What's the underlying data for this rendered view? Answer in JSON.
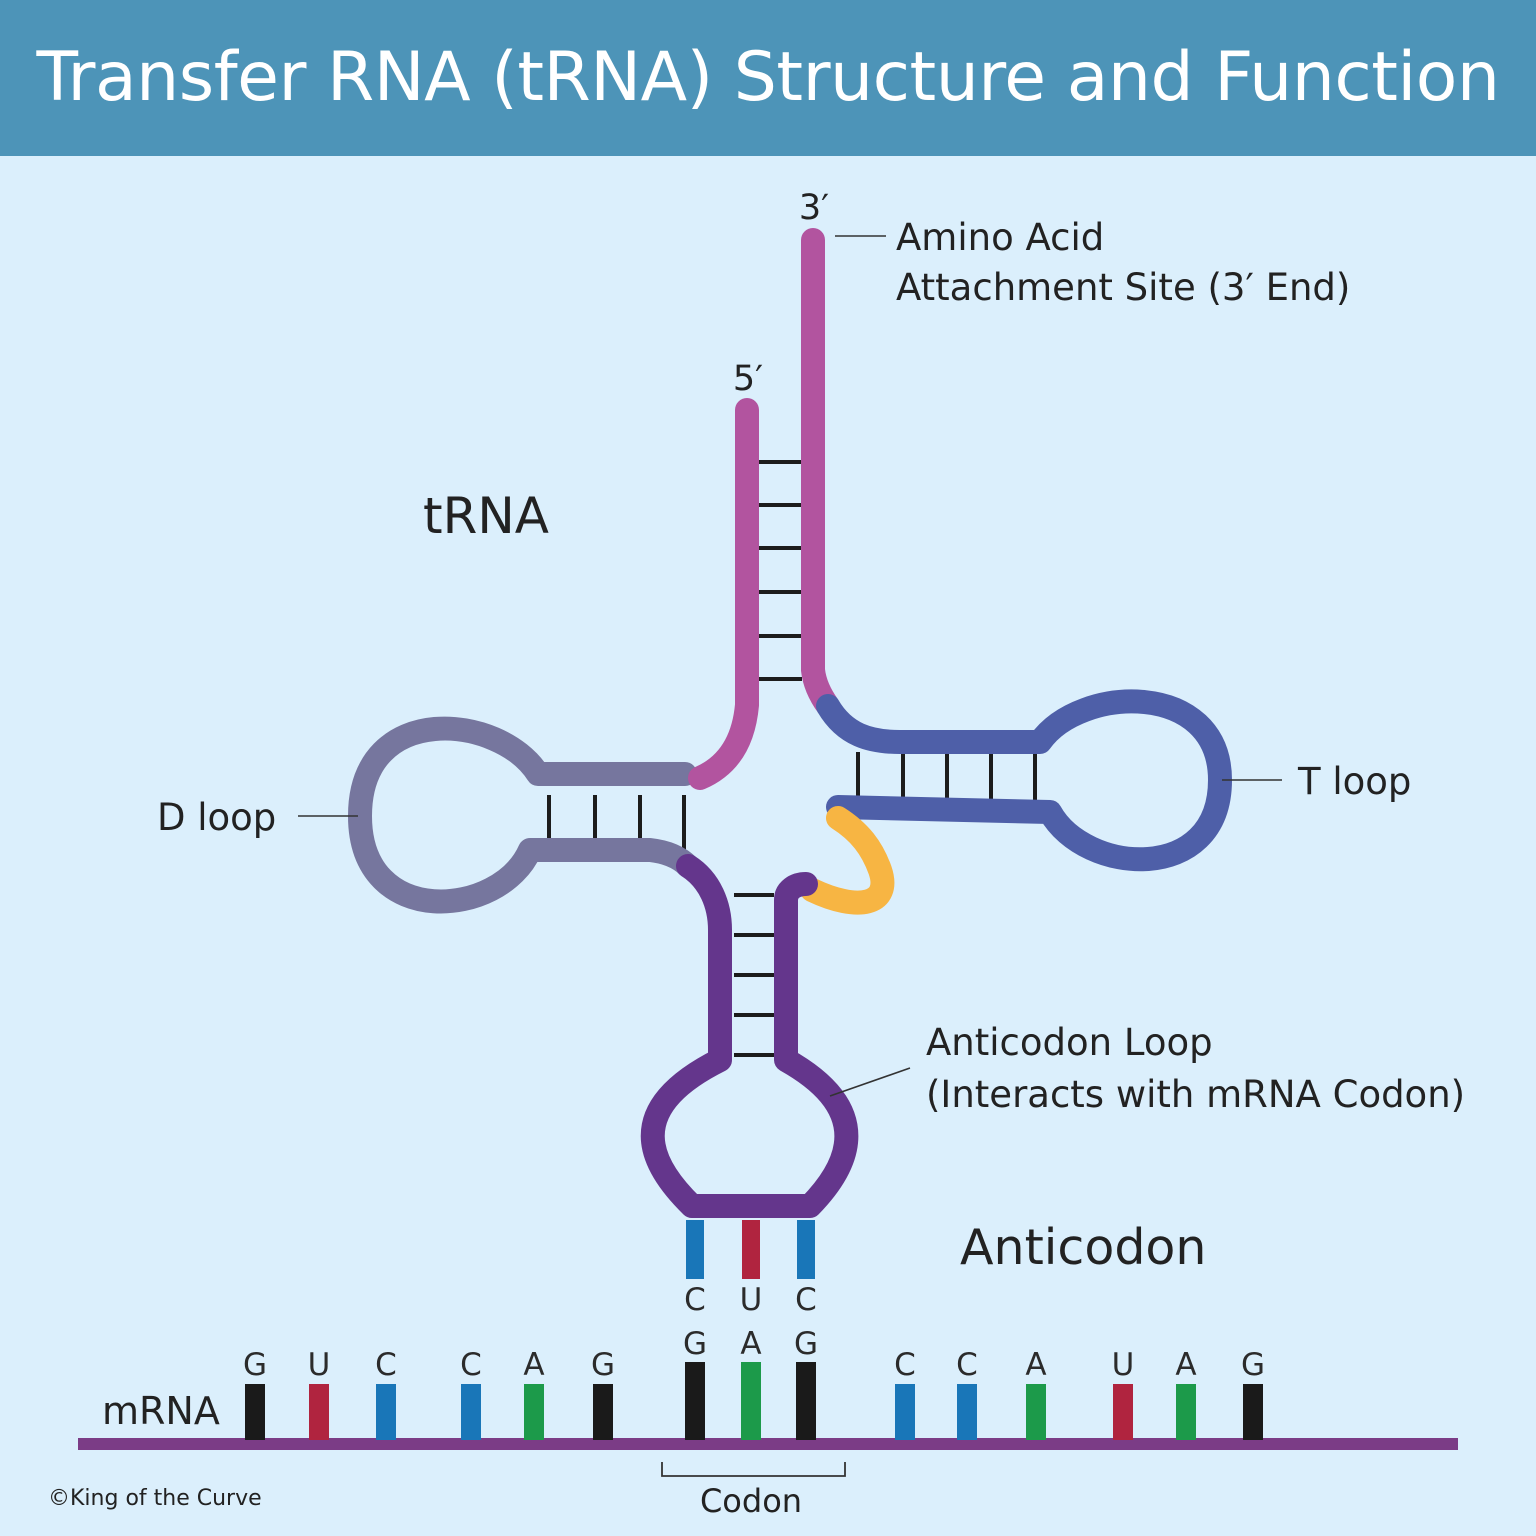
{
  "title": "Transfer RNA (tRNA) Structure and Function",
  "labels": {
    "three_prime": "3′",
    "five_prime": "5′",
    "amino_acid_line1": "Amino Acid",
    "amino_acid_line2": "Attachment Site (3′ End)",
    "trna": "tRNA",
    "d_loop": "D loop",
    "t_loop": "T loop",
    "anticodon_loop_line1": "Anticodon Loop",
    "anticodon_loop_line2": "(Interacts with mRNA Codon)",
    "anticodon": "Anticodon",
    "mrna": "mRNA",
    "codon": "Codon",
    "copyright": "©King of the Curve"
  },
  "anticodon_bases": [
    "C",
    "U",
    "C"
  ],
  "mrna_bases": [
    "G",
    "U",
    "C",
    "C",
    "A",
    "G",
    "G",
    "A",
    "G",
    "C",
    "C",
    "A",
    "U",
    "A",
    "G"
  ],
  "colors": {
    "banner": "#4d94b8",
    "background": "#dbeffc",
    "acceptor_stem": "#b2549f",
    "d_arm": "#76769e",
    "t_arm": "#4e5fa8",
    "anticodon_arm": "#64368c",
    "variable_loop": "#f7b543",
    "mrna_strand": "#7b3c86",
    "base_G": "#1a1a1a",
    "base_U": "#b0243f",
    "base_C": "#1976b8",
    "base_A": "#1c9a4a"
  }
}
